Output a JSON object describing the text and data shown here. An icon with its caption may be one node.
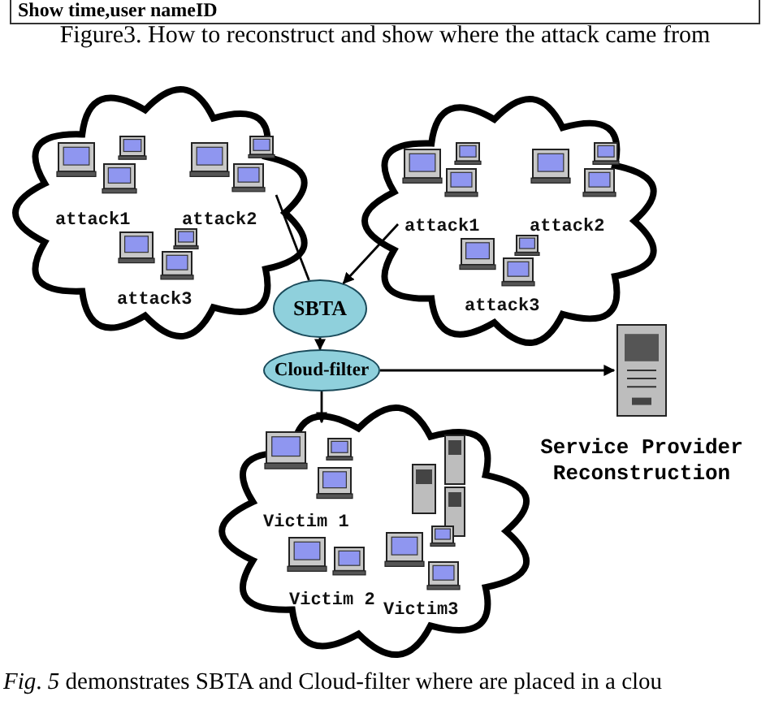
{
  "diagram": {
    "caption": "*Fig*. *5* demonstrates SBTA and Cloud-filter where are placed in a clou",
    "nodes": [
      {
        "text": [],
        "shape": "cloud"
      },
      {
        "text": [
          "attack1"
        ],
        "in": 0
      },
      {
        "text": [
          "attack2"
        ],
        "in": 0
      },
      {
        "text": [
          "attack3"
        ],
        "in": 0
      },
      {
        "text": [],
        "shape": "cloud"
      },
      {
        "text": [
          "attack1"
        ],
        "in": 4
      },
      {
        "text": [
          "attack2"
        ],
        "in": 4
      },
      {
        "text": [
          "attack3"
        ],
        "in": 4
      },
      {
        "text": [
          "SBTA"
        ]
      },
      {
        "text": [
          "Cloud-filter"
        ]
      },
      {
        "text": [],
        "shape": "picture",
        "beside": [
          "Service Provider Reconstruction"
        ]
      },
      {
        "text": [],
        "shape": "cloud"
      },
      {
        "text": [
          "Victim 1"
        ],
        "in": 11
      },
      {
        "text": [
          "Victim 2"
        ],
        "in": 11
      },
      {
        "text": [
          "Victim3"
        ],
        "in": 11
      }
    ],
    "edges": [
      {
        "from": 2,
        "to": 8,
        "arrow": "none"
      },
      {
        "from": 5,
        "to": 8,
        "arrow": "to"
      },
      {
        "from": 8,
        "to": 9,
        "arrow": "to"
      },
      {
        "from": 9,
        "to": 10,
        "arrow": "to"
      },
      {
        "from": 9,
        "to": 11,
        "arrow": "to"
      }
    ],
    "labels": [
      "Show time,user nameID",
      "Figure3. How to reconstruct and show where the attack came from"
    ]
  }
}
